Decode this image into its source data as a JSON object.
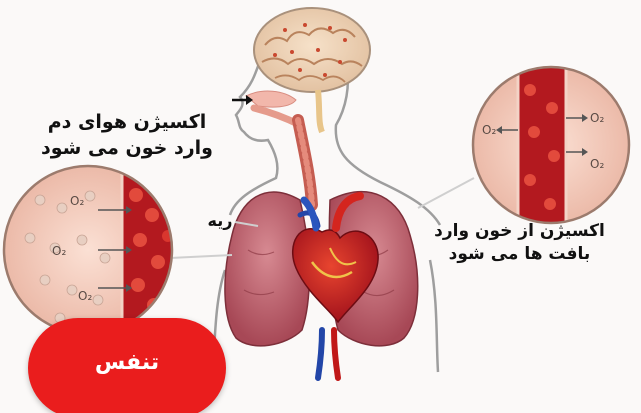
{
  "labels": {
    "inhale": [
      "اکسیژن هوای دم",
      "وارد خون می شود"
    ],
    "to_tissue": [
      "اکسیژن از خون وارد",
      "بافت ها می شود"
    ],
    "lung": "ریه"
  },
  "badge": {
    "text": "تنفس",
    "color": "#ea1d1d"
  },
  "symbols": {
    "oxygen": "O₂"
  }
}
